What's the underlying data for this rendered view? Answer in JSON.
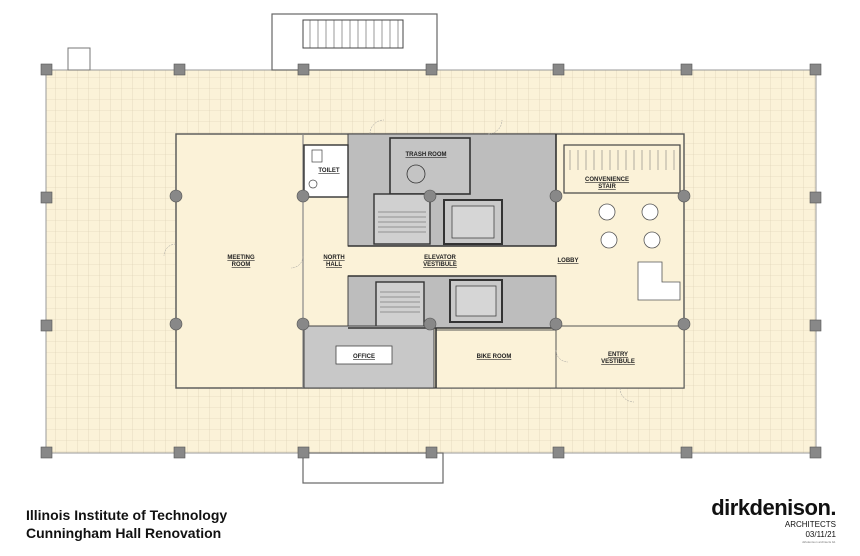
{
  "rooms": {
    "toilet": "TOILET",
    "trash_room": "TRASH ROOM",
    "convenience_stair_1": "CONVENIENCE",
    "convenience_stair_2": "STAIR",
    "meeting_room_1": "MEETING",
    "meeting_room_2": "ROOM",
    "north_hall_1": "NORTH",
    "north_hall_2": "HALL",
    "elevator_vestibule_1": "ELEVATOR",
    "elevator_vestibule_2": "VESTIBULE",
    "lobby": "LOBBY",
    "office": "OFFICE",
    "bike_room": "BIKE ROOM",
    "entry_vestibule_1": "ENTRY",
    "entry_vestibule_2": "VESTIBULE"
  },
  "title": {
    "line1": "Illinois Institute of Technology",
    "line2": "Cunningham Hall Renovation"
  },
  "brand": {
    "name": "dirkdenison.",
    "subtitle": "ARCHITECTS",
    "date": "03/11/21",
    "fine_print": "dirkdenison architects ltd."
  },
  "colors": {
    "floor": "#fbf2d8",
    "terrace": "#fbf2d8",
    "grid": "#d8ccb0",
    "core": "#b9b9b9",
    "wall": "#3a3a3a",
    "office": "#c8c8c8"
  }
}
